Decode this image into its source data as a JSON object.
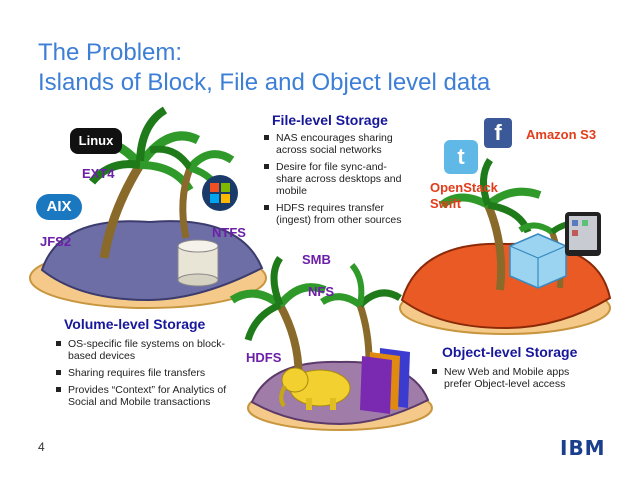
{
  "slide": {
    "title_line1": "The Problem:",
    "title_line2": "Islands of Block, File and Object level data",
    "page_number": "4",
    "logo_text": "IBM"
  },
  "file_storage": {
    "heading": "File-level Storage",
    "bullets": [
      "NAS encourages sharing across social networks",
      "Desire for file sync-and-share across desktops and mobile",
      "HDFS requires  transfer (ingest) from other sources"
    ]
  },
  "volume_storage": {
    "heading": "Volume-level Storage",
    "bullets": [
      "OS-specific file systems on block-based devices",
      "Sharing requires file transfers",
      "Provides “Context” for Analytics of Social and Mobile transactions"
    ]
  },
  "object_storage": {
    "heading": "Object-level Storage",
    "bullets": [
      "New Web and Mobile apps prefer Object-level access"
    ]
  },
  "labels": {
    "ext4": "EXT4",
    "jfs2": "JFS2",
    "ntfs": "NTFS",
    "smb": "SMB",
    "nfs": "NFS",
    "hdfs": "HDFS",
    "amazon": "Amazon S3",
    "openstack_line1": "OpenStack",
    "openstack_line2": "Swift"
  },
  "logos": {
    "linux": "Linux",
    "aix": "AIX",
    "facebook": "f",
    "twitter": "t"
  },
  "colors": {
    "title": "#3d7fd6",
    "heading": "#17179b",
    "purple_label": "#6c1fa8",
    "red_label": "#e23c1a"
  }
}
